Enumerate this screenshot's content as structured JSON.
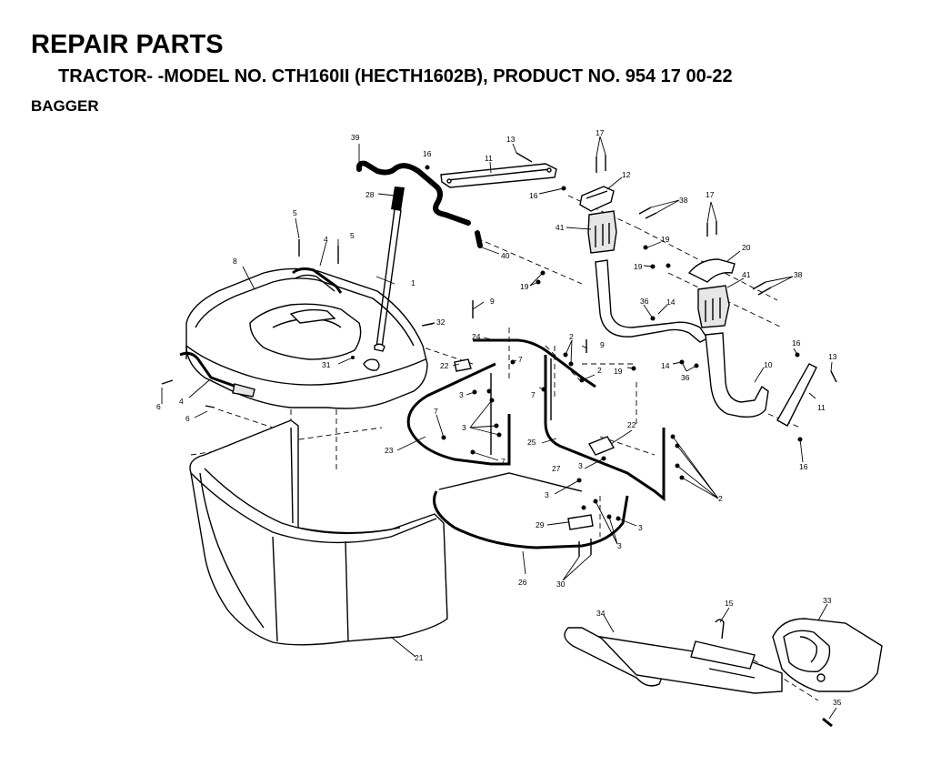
{
  "header": {
    "title": "REPAIR PARTS",
    "subtitle": "TRACTOR- -MODEL NO. CTH160II (HECTH1602B), PRODUCT NO. 954 17 00-22",
    "section": "BAGGER"
  },
  "callouts": {
    "c1": "1",
    "c2a": "2",
    "c2b": "2",
    "c2c": "2",
    "c3a": "3",
    "c3b": "3",
    "c3c": "3",
    "c3d": "3",
    "c3e": "3",
    "c3f": "3",
    "c4a": "4",
    "c4b": "4",
    "c5a": "5",
    "c5b": "5",
    "c6a": "6",
    "c6b": "6",
    "c7a": "7",
    "c7b": "7",
    "c7c": "7",
    "c7d": "7",
    "c8": "8",
    "c9a": "9",
    "c9b": "9",
    "c10": "10",
    "c11a": "11",
    "c11b": "11",
    "c12": "12",
    "c13a": "13",
    "c13b": "13",
    "c14a": "14",
    "c14b": "14",
    "c15": "15",
    "c16a": "16",
    "c16b": "16",
    "c16c": "16",
    "c16d": "16",
    "c17a": "17",
    "c17b": "17",
    "c19a": "19",
    "c19b": "19",
    "c19c": "19",
    "c19d": "19",
    "c20": "20",
    "c21": "21",
    "c22a": "22",
    "c22b": "22",
    "c23": "23",
    "c24": "24",
    "c25": "25",
    "c26": "26",
    "c27": "27",
    "c28": "28",
    "c29": "29",
    "c30": "30",
    "c31": "31",
    "c32": "32",
    "c33": "33",
    "c34": "34",
    "c35": "35",
    "c36a": "36",
    "c36b": "36",
    "c38a": "38",
    "c38b": "38",
    "c39": "39",
    "c40": "40",
    "c41a": "41",
    "c41b": "41"
  }
}
